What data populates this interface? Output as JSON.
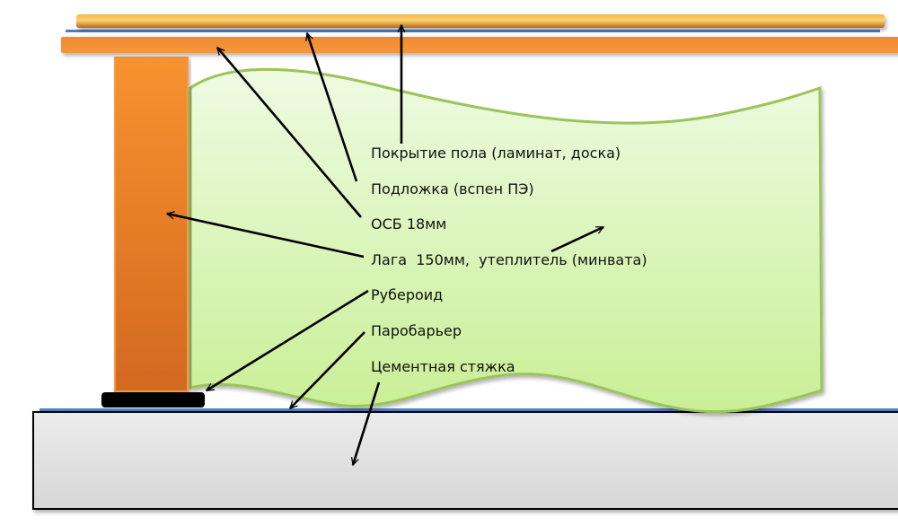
{
  "labels": {
    "floor_covering": "Покрытие пола (ламинат, доска)",
    "underlay": "Подложка (вспен ПЭ)",
    "osb": "ОСБ 18мм",
    "joist_insulation": "Лага  150мм,  утеплитель (минвата)",
    "roofing_felt": "Рубероид",
    "vapor_barrier": "Паробарьер",
    "cement_screed": "Цементная стяжка"
  },
  "colors": {
    "floor_board": "#f0a23a",
    "osb": "#f79236",
    "joist": "#e5782a",
    "insulation": "#e4f7c8",
    "insulation_border": "#9bc45a",
    "film": "#4a7ec2",
    "roofing_felt": "#000000",
    "screed": "#e2e2e2"
  }
}
